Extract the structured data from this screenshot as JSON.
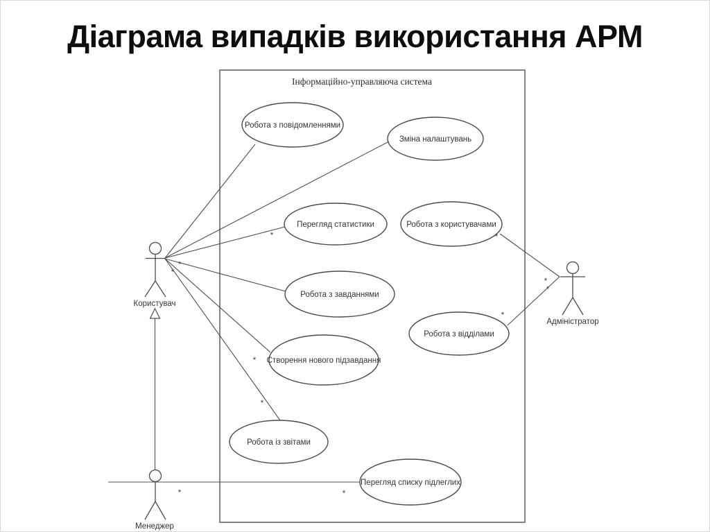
{
  "page": {
    "title": "Діаграма випадків використання АРМ"
  },
  "diagram": {
    "type": "uml-use-case",
    "system_label": "Інформаційно-управляюча система",
    "multiplicity": "*",
    "use_cases": [
      {
        "label": "Робота з повідомленнями"
      },
      {
        "label": "Зміна налаштувань"
      },
      {
        "label": "Перегляд статистики"
      },
      {
        "label": "Робота з користувачами"
      },
      {
        "label": "Робота з завданнями"
      },
      {
        "label": "Робота з відділами"
      },
      {
        "label": "Створення нового підзавдання"
      },
      {
        "label": "Робота із звітами"
      },
      {
        "label": "Перегляд списку підлеглих"
      }
    ],
    "actors": [
      {
        "name": "Користувач"
      },
      {
        "name": "Адміністратор"
      },
      {
        "name": "Менеджер"
      }
    ],
    "associations": [
      {
        "from": "Користувач",
        "to": "Робота з повідомленнями"
      },
      {
        "from": "Користувач",
        "to": "Зміна налаштувань"
      },
      {
        "from": "Користувач",
        "to": "Перегляд статистики"
      },
      {
        "from": "Користувач",
        "to": "Робота з завданнями"
      },
      {
        "from": "Користувач",
        "to": "Створення нового підзавдання"
      },
      {
        "from": "Користувач",
        "to": "Робота із звітами"
      },
      {
        "from": "Адміністратор",
        "to": "Робота з користувачами"
      },
      {
        "from": "Адміністратор",
        "to": "Робота з відділами"
      },
      {
        "from": "Менеджер",
        "to": "Перегляд списку підлеглих"
      }
    ],
    "generalization": {
      "from": "Менеджер",
      "to": "Користувач"
    },
    "colors": {
      "line": "#4a4a4a",
      "text": "#333333",
      "title": "#0d0d0d",
      "background": "#ffffff"
    }
  }
}
